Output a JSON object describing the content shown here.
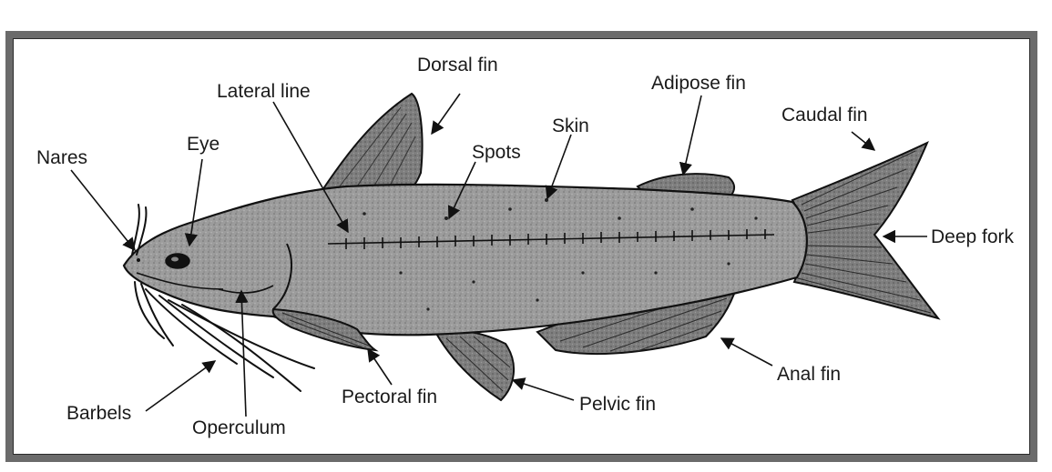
{
  "labels": {
    "dorsal_fin": "Dorsal fin",
    "lateral_line": "Lateral line",
    "skin": "Skin",
    "adipose_fin": "Adipose fin",
    "caudal_fin": "Caudal fin",
    "spots": "Spots",
    "eye": "Eye",
    "nares": "Nares",
    "deep_fork": "Deep fork",
    "anal_fin": "Anal fin",
    "pelvic_fin": "Pelvic fin",
    "pectoral_fin": "Pectoral fin",
    "barbels": "Barbels",
    "operculum": "Operculum"
  },
  "colors": {
    "body_fill": "#9a9a9a",
    "fin_fill": "#7c7c7c",
    "outline": "#111111",
    "frame": "#6b6b6b"
  }
}
